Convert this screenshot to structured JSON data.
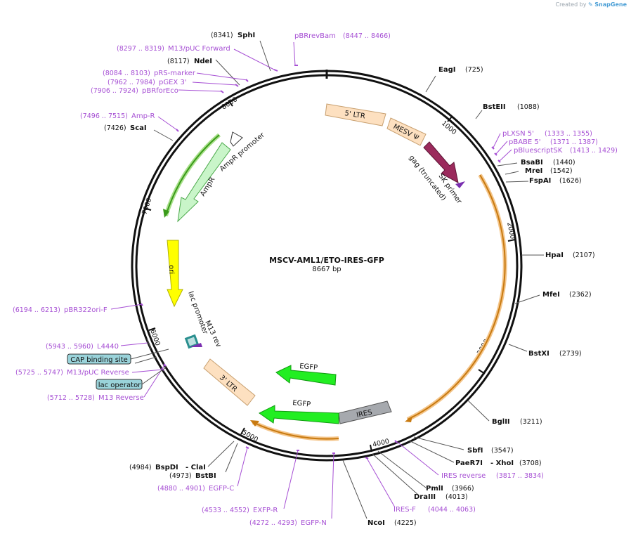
{
  "credit": {
    "prefix": "Created by",
    "brand": "SnapGene"
  },
  "plasmid": {
    "name": "MSCV-AML1/ETO-IRES-GFP",
    "length_label": "8667 bp",
    "length": 8667
  },
  "ticks": [
    "1000",
    "2000",
    "3000",
    "4000",
    "5000",
    "6000",
    "7000",
    "8000"
  ],
  "enzymes": [
    {
      "name": "EagI",
      "pos": "(725)"
    },
    {
      "name": "BstEII",
      "pos": "(1088)"
    },
    {
      "name": "BsaBI",
      "pos": "(1440)"
    },
    {
      "name": "MreI",
      "pos": "(1542)"
    },
    {
      "name": "FspAI",
      "pos": "(1626)"
    },
    {
      "name": "HpaI",
      "pos": "(2107)"
    },
    {
      "name": "MfeI",
      "pos": "(2362)"
    },
    {
      "name": "BstXI",
      "pos": "(2739)"
    },
    {
      "name": "BglII",
      "pos": "(3211)"
    },
    {
      "name": "SbfI",
      "pos": "(3547)"
    },
    {
      "name": "PaeR7I",
      "extra": "- XhoI",
      "pos": "(3708)"
    },
    {
      "name": "PmlI",
      "pos": "(3966)"
    },
    {
      "name": "DraIII",
      "pos": "(4013)"
    },
    {
      "name": "NcoI",
      "pos": "(4225)"
    },
    {
      "name": "BstBI",
      "pos": "(4973)"
    },
    {
      "name": "BspDI",
      "extra": "- ClaI",
      "pos": "(4984)"
    },
    {
      "name": "ScaI",
      "pos": "(7426)"
    },
    {
      "name": "NdeI",
      "pos": "(8117)"
    },
    {
      "name": "SphI",
      "pos": "(8341)"
    }
  ],
  "primers": [
    {
      "name": "pBRrevBam",
      "pos": "(8447 .. 8466)"
    },
    {
      "name": "M13/pUC Forward",
      "pos": "(8297 .. 8319)"
    },
    {
      "name": "pRS-marker",
      "pos": "(8084 .. 8103)"
    },
    {
      "name": "pGEX 3'",
      "pos": "(7962 .. 7984)"
    },
    {
      "name": "pBRforEco",
      "pos": "(7906 .. 7924)"
    },
    {
      "name": "Amp-R",
      "pos": "(7496 .. 7515)"
    },
    {
      "name": "pLXSN 5'",
      "pos": "(1333 .. 1355)"
    },
    {
      "name": "pBABE 5'",
      "pos": "(1371 .. 1387)"
    },
    {
      "name": "pBluescriptSK",
      "pos": "(1413 .. 1429)"
    },
    {
      "name": "IRES reverse",
      "pos": "(3817 .. 3834)"
    },
    {
      "name": "IRES-F",
      "pos": "(4044 .. 4063)"
    },
    {
      "name": "EGFP-N",
      "pos": "(4272 .. 4293)"
    },
    {
      "name": "EXFP-R",
      "pos": "(4533 .. 4552)"
    },
    {
      "name": "EGFP-C",
      "pos": "(4880 .. 4901)"
    },
    {
      "name": "M13 Reverse",
      "pos": "(5712 .. 5728)"
    },
    {
      "name": "M13/pUC Reverse",
      "pos": "(5725 .. 5747)"
    },
    {
      "name": "L4440",
      "pos": "(5943 .. 5960)"
    },
    {
      "name": "pBR322ori-F",
      "pos": "(6194 .. 6213)"
    }
  ],
  "boxed_features": [
    {
      "name": "CAP binding site"
    },
    {
      "name": "lac operator"
    }
  ],
  "features": [
    {
      "name": "5' LTR",
      "color": "#fde0c0"
    },
    {
      "name": "MESV Ψ",
      "color": "#fde0c0"
    },
    {
      "name": "gag (truncated)",
      "color": "#9b2a5c"
    },
    {
      "name": "SK primer",
      "color": "#7a2fb0"
    },
    {
      "name": "IRES",
      "color": "#a6a9ae"
    },
    {
      "name": "EGFP",
      "color": "#22ee22"
    },
    {
      "name": "EGFP",
      "color": "#22ee22"
    },
    {
      "name": "3' LTR",
      "color": "#fde0c0"
    },
    {
      "name": "M13 rev",
      "color": "#7a2fb0"
    },
    {
      "name": "lac promoter",
      "color": "#2a8f8f"
    },
    {
      "name": "ori",
      "color": "#ffff00"
    },
    {
      "name": "AmpR",
      "color": "#c9f5c9"
    },
    {
      "name": "AmpR promoter",
      "color": "#ffffff"
    }
  ],
  "colors": {
    "primer": "#a64fd4",
    "ring": "#111111",
    "orange_arc": "#f0a030",
    "green_arc": "#3a9a1a"
  }
}
